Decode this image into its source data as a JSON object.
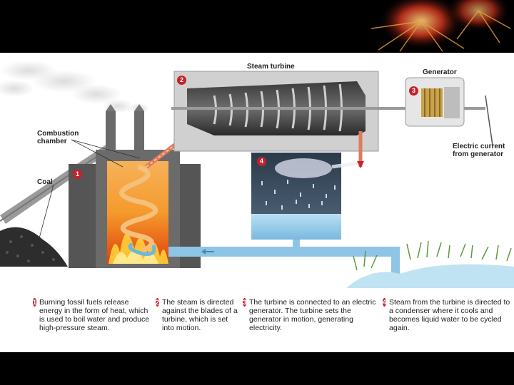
{
  "labels": {
    "steam_turbine": "Steam turbine",
    "generator": "Generator",
    "combustion_chamber": "Combustion\nchamber",
    "coal": "Coal",
    "electric_current": "Electric current\nfrom generator"
  },
  "badges": [
    "1",
    "2",
    "3",
    "4"
  ],
  "captions": [
    {
      "num": "1",
      "text": "Burning fossil fuels release energy in the form of heat, which is used to boil water and produce high-pressure steam."
    },
    {
      "num": "2",
      "text": "The steam is directed against the blades of a turbine, which is set into motion."
    },
    {
      "num": "3",
      "text": "The turbine is connected to an electric generator. The turbine sets the generator in motion, generating electricity."
    },
    {
      "num": "4",
      "text": "Steam from the turbine is directed to a condenser where it cools and becomes liquid water to be cycled again."
    }
  ],
  "colors": {
    "slide_background": "#000000",
    "figure_background": "#ffffff",
    "badge": "#c8202a",
    "water": "#8ec5e6",
    "fire": "#f08a1c",
    "steam_pipe": "#e8553a"
  }
}
